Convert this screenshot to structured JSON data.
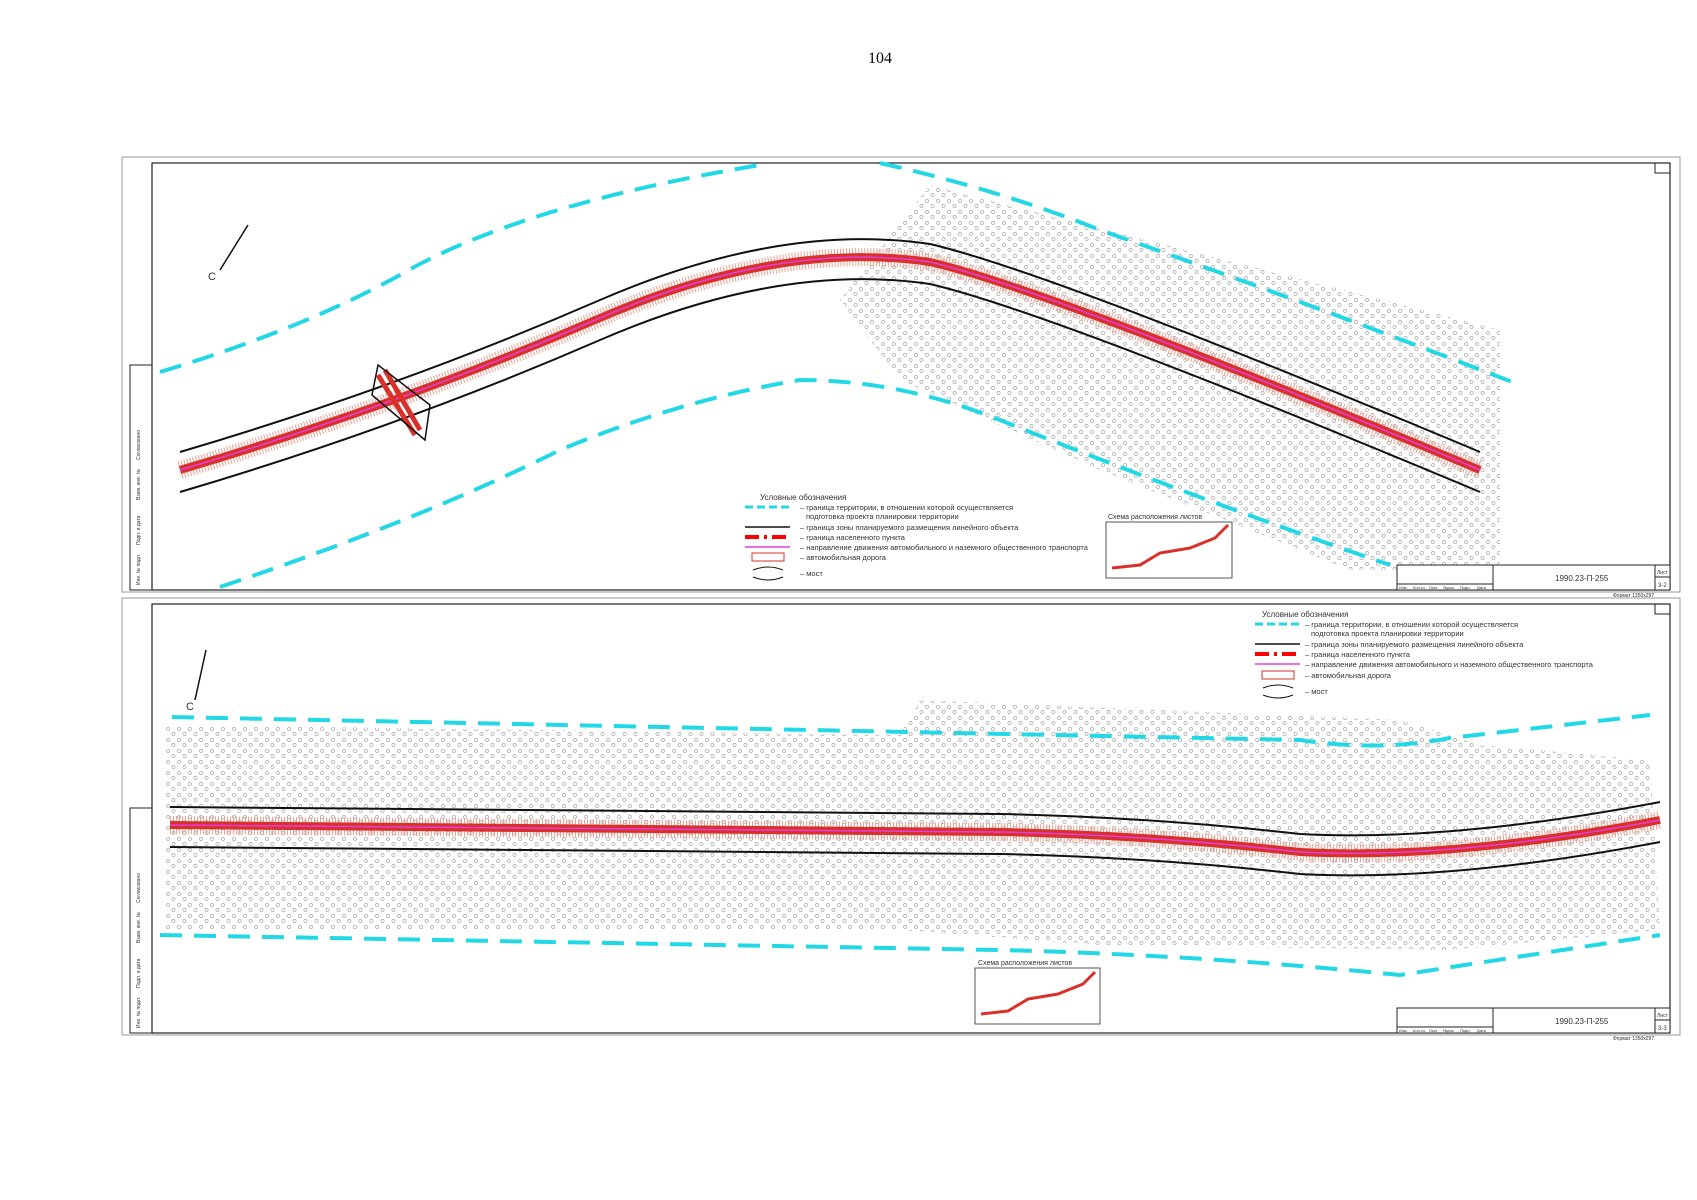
{
  "page_number": "104",
  "legend": {
    "title": "Условные обозначения",
    "items": [
      "– граница территории, в отношении которой осуществляется",
      "подготовка проекта планировки территории",
      "– граница зоны планируемого размещения линейного объекта",
      "– граница населенного пункта",
      "– направление движения автомобильного и наземного общественного транспорта",
      "– автомобильная дорога",
      "– мост"
    ]
  },
  "sheets": [
    {
      "code": "1990.23-П-255",
      "sheet_label": "Лист",
      "sheet_no": "3-2",
      "format": "Формат 1350x297",
      "scheme_title": "Схема расположения листов"
    },
    {
      "code": "1990.23-П-255",
      "sheet_label": "Лист",
      "sheet_no": "3-3",
      "format": "Формат 1350x297",
      "scheme_title": "Схема расположения листов"
    }
  ],
  "title_block_cols": [
    "Изм.",
    "Кол.уч.",
    "Лист",
    "№док.",
    "Подп.",
    "Дата"
  ],
  "side_stamp": [
    "Согласовано",
    "Взам. инв. №",
    "Подп. и дата",
    "Инв. № подл."
  ],
  "north_label": "С",
  "colors": {
    "boundary": "#22d8e6",
    "road": "#d9302a",
    "direction": "#e040e0",
    "zone": "#111111",
    "settlement": "#ff0000"
  }
}
